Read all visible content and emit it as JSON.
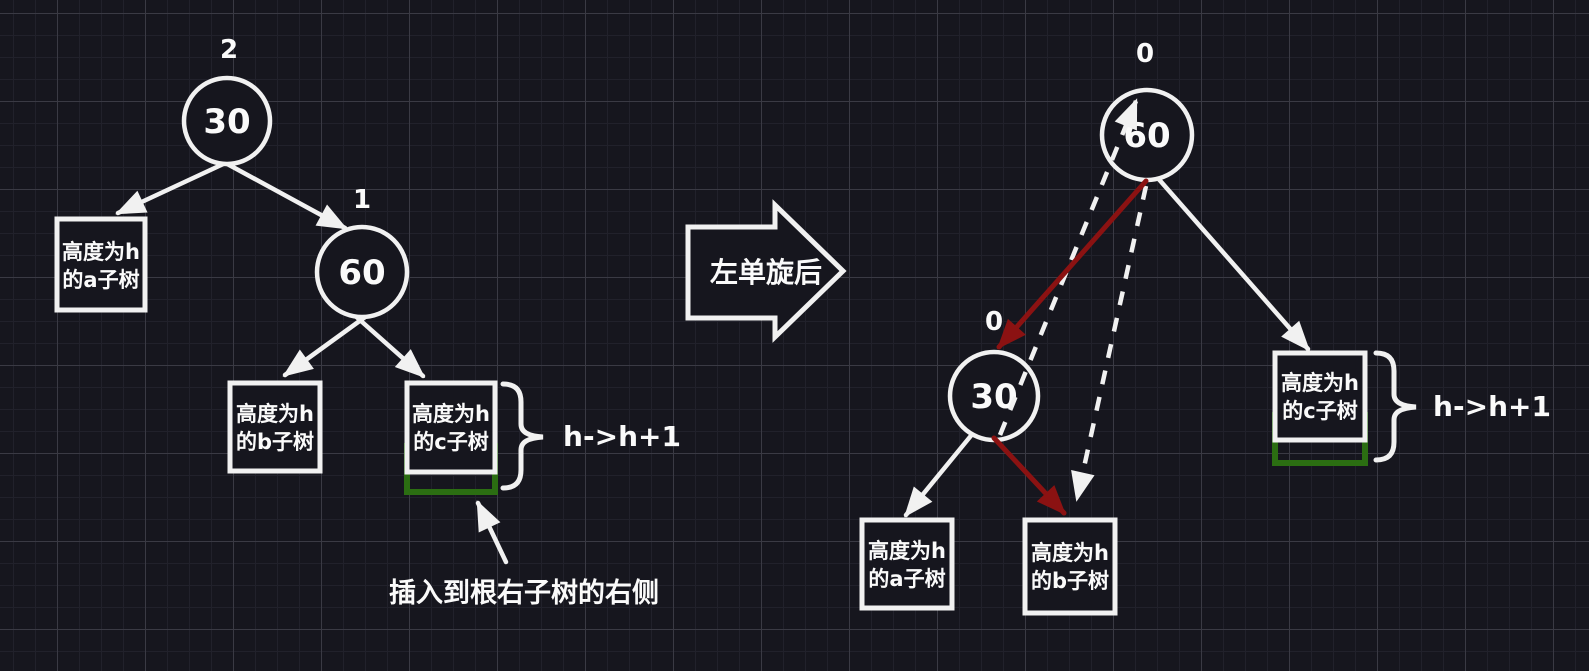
{
  "colors": {
    "background": "#16161e",
    "stroke_white": "#f1f1f1",
    "pointer_red": "#8b1212",
    "insert_green": "#2b6e12"
  },
  "transition": {
    "label": "左单旋后"
  },
  "left_tree": {
    "root": {
      "value": "30",
      "balance": "2"
    },
    "right_child": {
      "value": "60",
      "balance": "1"
    },
    "subtree_a": {
      "line1": "高度为h",
      "line2": "的a子树"
    },
    "subtree_b": {
      "line1": "高度为h",
      "line2": "的b子树"
    },
    "subtree_c": {
      "line1": "高度为h",
      "line2": "的c子树"
    },
    "height_label": "h->h+1",
    "annotation": "插入到根右子树的右侧"
  },
  "right_tree": {
    "root": {
      "value": "60",
      "balance": "0"
    },
    "left_child": {
      "value": "30",
      "balance": "0"
    },
    "subtree_a": {
      "line1": "高度为h",
      "line2": "的a子树"
    },
    "subtree_b": {
      "line1": "高度为h",
      "line2": "的b子树"
    },
    "subtree_c": {
      "line1": "高度为h",
      "line2": "的c子树"
    },
    "height_label": "h->h+1"
  }
}
